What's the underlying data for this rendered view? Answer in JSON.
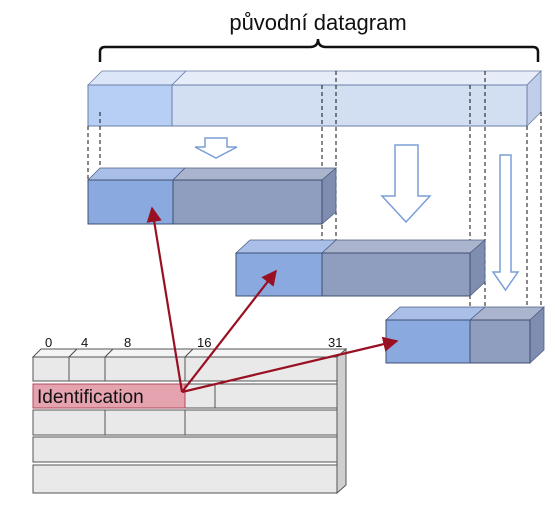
{
  "title": "původní datagram",
  "header": {
    "bit_labels": [
      "0",
      "4",
      "8",
      "16",
      "31"
    ],
    "identification_label": "Identification"
  },
  "colors": {
    "original_front": "#b7cff5",
    "original_body": "#d2def2",
    "fragment_header": "#8aa9df",
    "fragment_body": "#8f9ebf",
    "header_cell": "#e9e9e9",
    "identification_fill": "#e4a3ae",
    "identification_border": "#b04a5c",
    "pointer_arrow": "#9a1023",
    "down_arrow": "#7b9ed6"
  }
}
